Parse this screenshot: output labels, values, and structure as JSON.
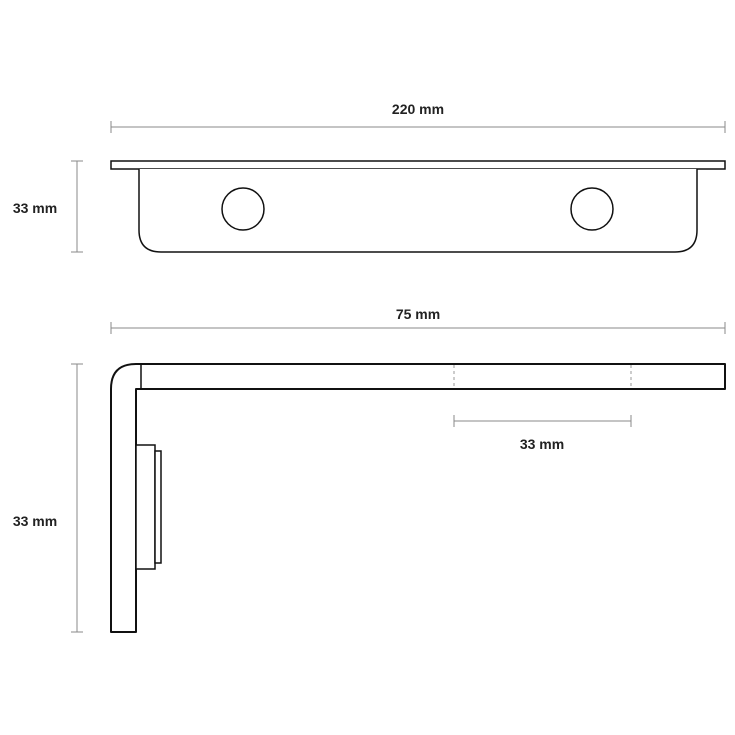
{
  "colors": {
    "outline": "#111111",
    "dimension_line": "#8a8a8a",
    "dimension_text": "#222222",
    "hidden_line": "#9a9a9a"
  },
  "top_view": {
    "width_label": "220 mm",
    "height_label": "33 mm"
  },
  "side_view": {
    "width_label": "75 mm",
    "height_label": "33 mm",
    "inner_span_label": "33 mm"
  }
}
